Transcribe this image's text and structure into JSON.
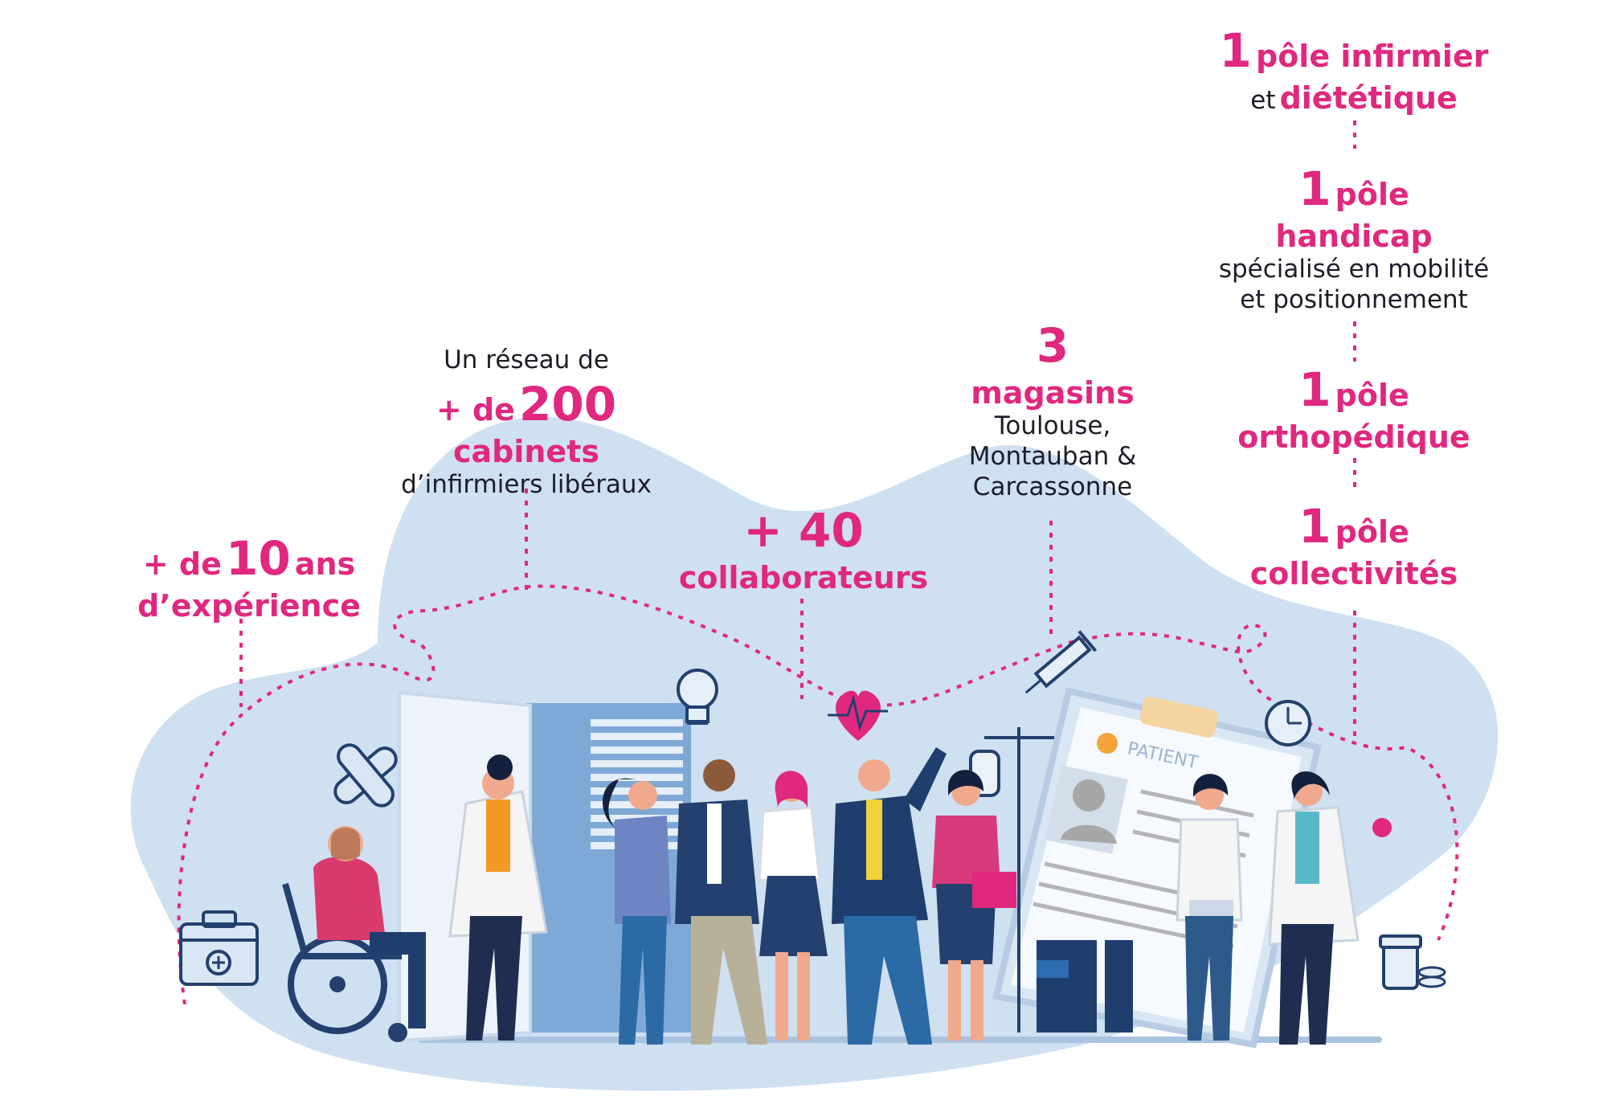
{
  "colors": {
    "accent": "#e0287e",
    "text": "#1d1d2b",
    "blob": "#cfe0f1",
    "navy": "#23406e"
  },
  "stats": {
    "experience": {
      "prefix": "+ de",
      "number": "10",
      "unit": "ans",
      "line2": "d’expérience"
    },
    "network": {
      "intro": "Un réseau de",
      "prefix": "+ de",
      "number": "200",
      "line3": "cabinets",
      "line4": "d’infirmiers libéraux"
    },
    "collaborators": {
      "number": "+ 40",
      "line2": "collaborateurs"
    },
    "stores": {
      "number": "3",
      "line2": "magasins",
      "line3": "Toulouse,",
      "line4": "Montauban &",
      "line5": "Carcassonne"
    }
  },
  "poles": [
    {
      "number": "1",
      "word": "pôle infirmier",
      "line2_pre": "et",
      "line2": "diététique"
    },
    {
      "number": "1",
      "word": "pôle",
      "line2": "handicap",
      "line3": "spécialisé en mobilité",
      "line4": "et positionnement"
    },
    {
      "number": "1",
      "word": "pôle",
      "line2": "orthopédique"
    },
    {
      "number": "1",
      "word": "pôle",
      "line2": "collectivités"
    }
  ],
  "illustration": {
    "clipboard_label": "PATIENT",
    "icons": [
      "bandage-icon",
      "first-aid-kit-icon",
      "lightbulb-icon",
      "heartbeat-icon",
      "syringe-icon",
      "clock-icon",
      "pill-bottle-icon",
      "iv-drip-icon"
    ]
  }
}
